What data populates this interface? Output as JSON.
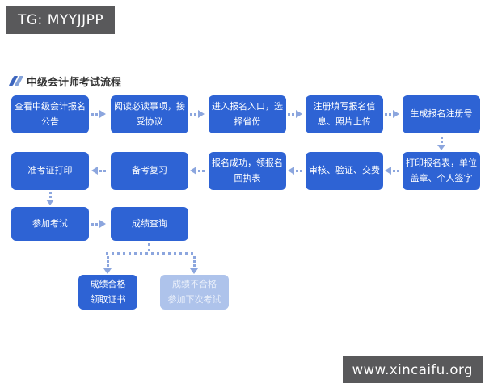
{
  "badges": {
    "top_left": "TG: MYYJJPP",
    "bottom_right": "www.xincaifu.org"
  },
  "title": "中级会计师考试流程",
  "colors": {
    "box_blue": "#2e63d4",
    "box_light_blue": "#aec3eb",
    "arrow_blue": "#8ca6de",
    "badge_gray": "#59595b",
    "title_text": "#333333",
    "title_slash_dark": "#3d66be",
    "title_slash_light": "#84a2d9"
  },
  "flow": {
    "row1": [
      "查看中级会计报名\n公告",
      "阅读必读事项，接\n受协议",
      "进入报名入口，选\n择省份",
      "注册填写报名信\n息、照片上传",
      "生成报名注册号"
    ],
    "row2": [
      "准考证打印",
      "备考复习",
      "报名成功，领报名\n回执表",
      "审核、验证、交费",
      "打印报名表，单位\n盖章、个人签字"
    ],
    "row3": [
      "参加考试",
      "成绩查询"
    ],
    "row4": [
      "成绩合格\n领取证书",
      "成绩不合格\n参加下次考试"
    ]
  }
}
